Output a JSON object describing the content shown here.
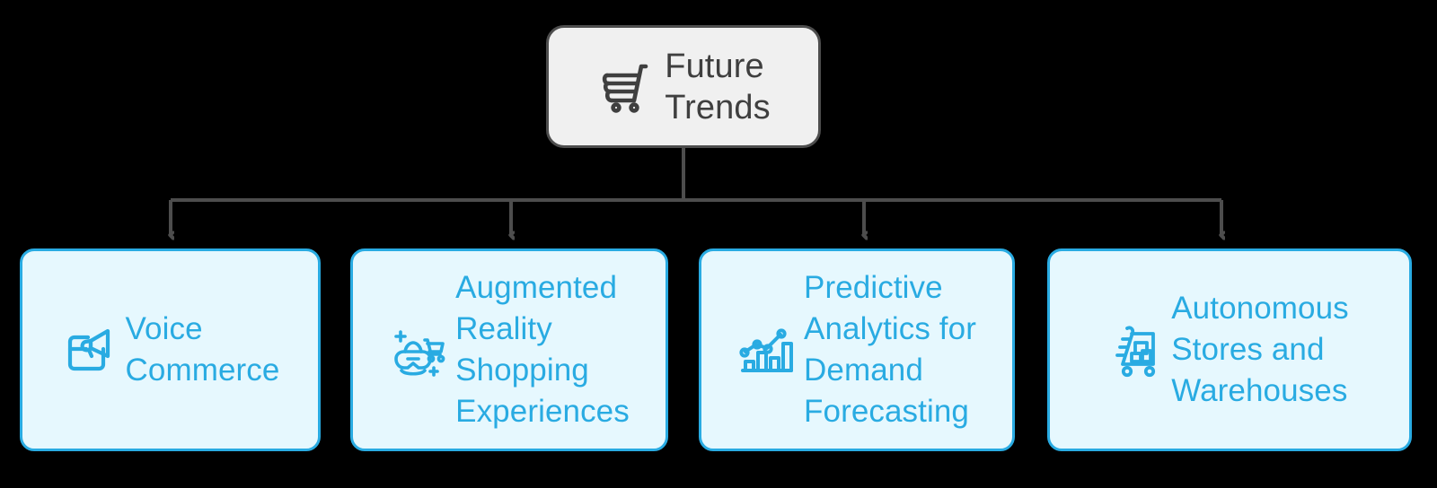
{
  "diagram": {
    "type": "hierarchy-tree",
    "orientation": "top-down",
    "background_color": "#000000",
    "root": {
      "label": "Future\nTrends",
      "icon": "shopping-cart-speed-icon",
      "fill_color": "#F0F0F0",
      "border_color": "#4D4D4D",
      "text_color": "#3F3F3F"
    },
    "connector_color": "#4D4D4D",
    "children_style": {
      "fill_color": "#E6F8FE",
      "border_color": "#29ABE2",
      "text_color": "#29ABE2"
    },
    "children": [
      {
        "label": "Voice\nCommerce",
        "icon": "megaphone-card-icon"
      },
      {
        "label": "Augmented\nReality\nShopping\nExperiences",
        "icon": "vr-headset-cart-icon"
      },
      {
        "label": "Predictive\nAnalytics for\nDemand\nForecasting",
        "icon": "bar-chart-trend-icon"
      },
      {
        "label": "Autonomous\nStores and\nWarehouses",
        "icon": "autonomous-delivery-cart-icon"
      }
    ]
  }
}
